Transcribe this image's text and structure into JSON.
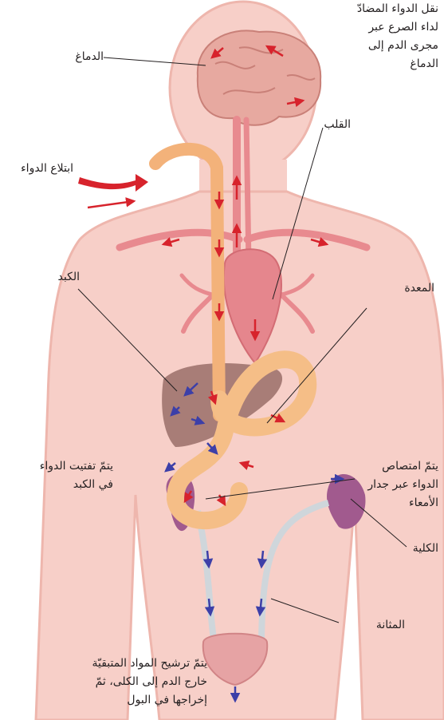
{
  "labels": {
    "brain": "الدماغ",
    "transport_note": "نقل الدواء المضادّ\nلداء الصرع عبر\nمجرى الدم إلى\nالدماغ",
    "ingestion": "ابتلاع الدواء",
    "heart": "القلب",
    "liver": "الكبد",
    "stomach": "المعدة",
    "liver_breakdown": "يتمّ تفتيت الدواء\nفي الكبد",
    "absorption": "يتمّ امتصاص\nالدواء عبر جدار\nالأمعاء",
    "kidney": "الكلية",
    "bladder": "المثانة",
    "excretion": "يتمّ ترشيح المواد المتبقيّة\nخارج الدم إلى الكلى، ثمّ\nإخراجها في البول"
  },
  "colors": {
    "body": "#f7cfc8",
    "body_outline": "#eeb6ad",
    "brain": "#e7a9a0",
    "drug_path": "#f3b27a",
    "vessel": "#e88a8f",
    "heart": "#e5868d",
    "liver": "#9a6e69",
    "kidney": "#a15a8e",
    "bladder": "#e6a3a4",
    "red_arrow": "#d7232c",
    "blue_arrow": "#3c3fa8"
  }
}
